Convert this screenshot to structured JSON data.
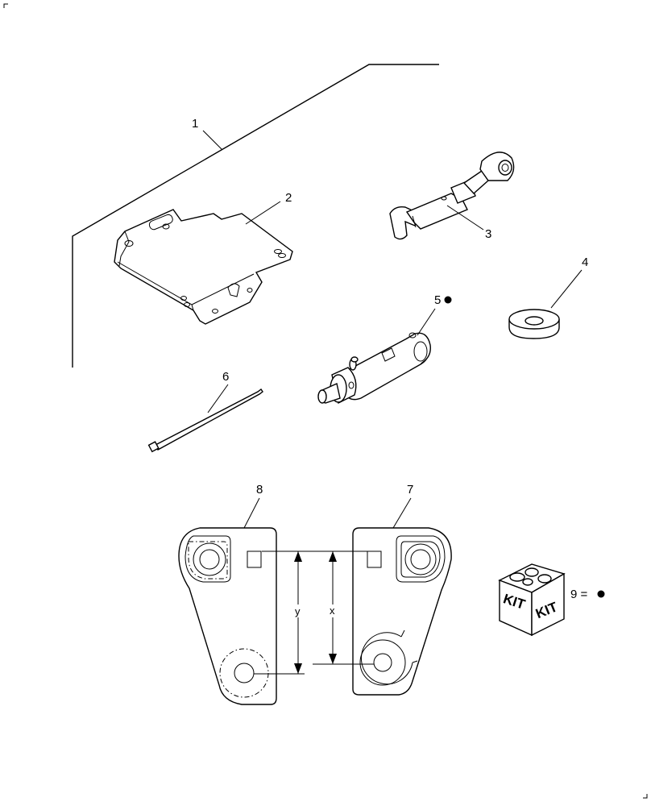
{
  "callouts": {
    "c1": "1",
    "c2": "2",
    "c3": "3",
    "c4": "4",
    "c5": "5",
    "c6": "6",
    "c7": "7",
    "c8": "8",
    "c9": "9 ="
  },
  "dimensions": {
    "x": "x",
    "y": "y"
  },
  "kit_label": "KIT"
}
